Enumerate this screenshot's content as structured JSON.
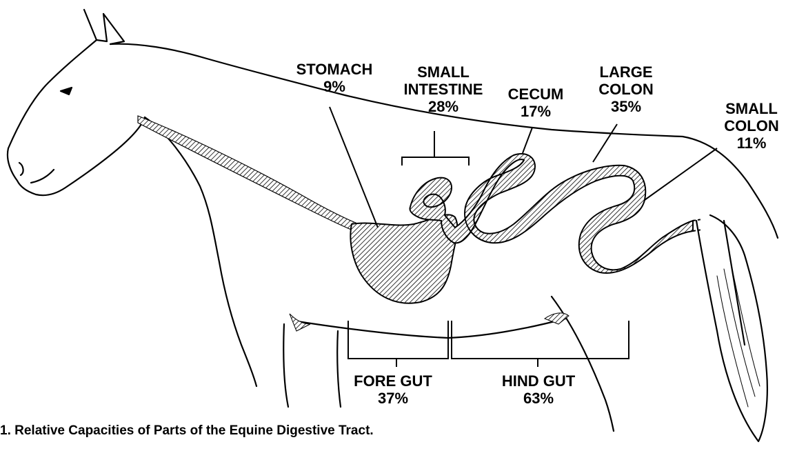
{
  "labels": {
    "stomach": {
      "name": "STOMACH",
      "pct": "9%"
    },
    "small_intestine": {
      "name1": "SMALL",
      "name2": "INTESTINE",
      "pct": "28%"
    },
    "cecum": {
      "name": "CECUM",
      "pct": "17%"
    },
    "large_colon": {
      "name1": "LARGE",
      "name2": "COLON",
      "pct": "35%"
    },
    "small_colon": {
      "name1": "SMALL",
      "name2": "COLON",
      "pct": "11%"
    },
    "fore_gut": {
      "name": "FORE GUT",
      "pct": "37%"
    },
    "hind_gut": {
      "name": "HIND GUT",
      "pct": "63%"
    }
  },
  "caption": "1.  Relative Capacities of Parts of the Equine Digestive Tract."
}
